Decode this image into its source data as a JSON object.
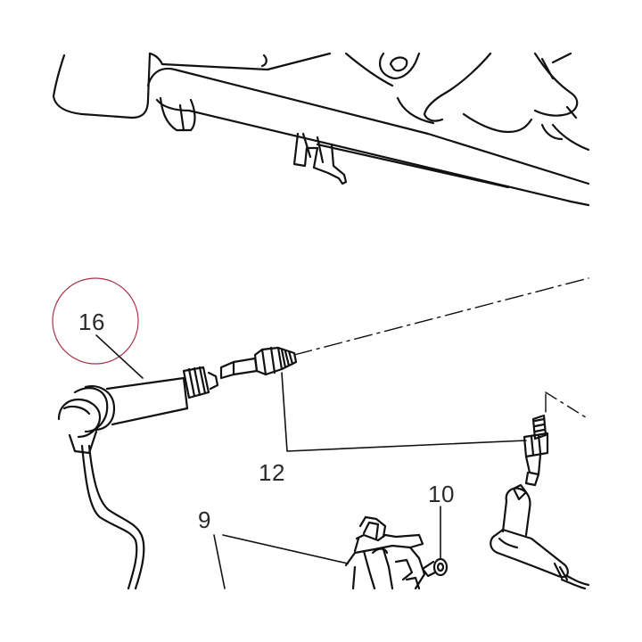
{
  "diagram": {
    "part_labels": {
      "label_16": "16",
      "label_12": "12",
      "label_10": "10",
      "label_9": "9"
    },
    "colors": {
      "line": "#111111",
      "highlight_circle": "#a8324a",
      "background": "#ffffff",
      "label": "#2a2a2a"
    }
  }
}
